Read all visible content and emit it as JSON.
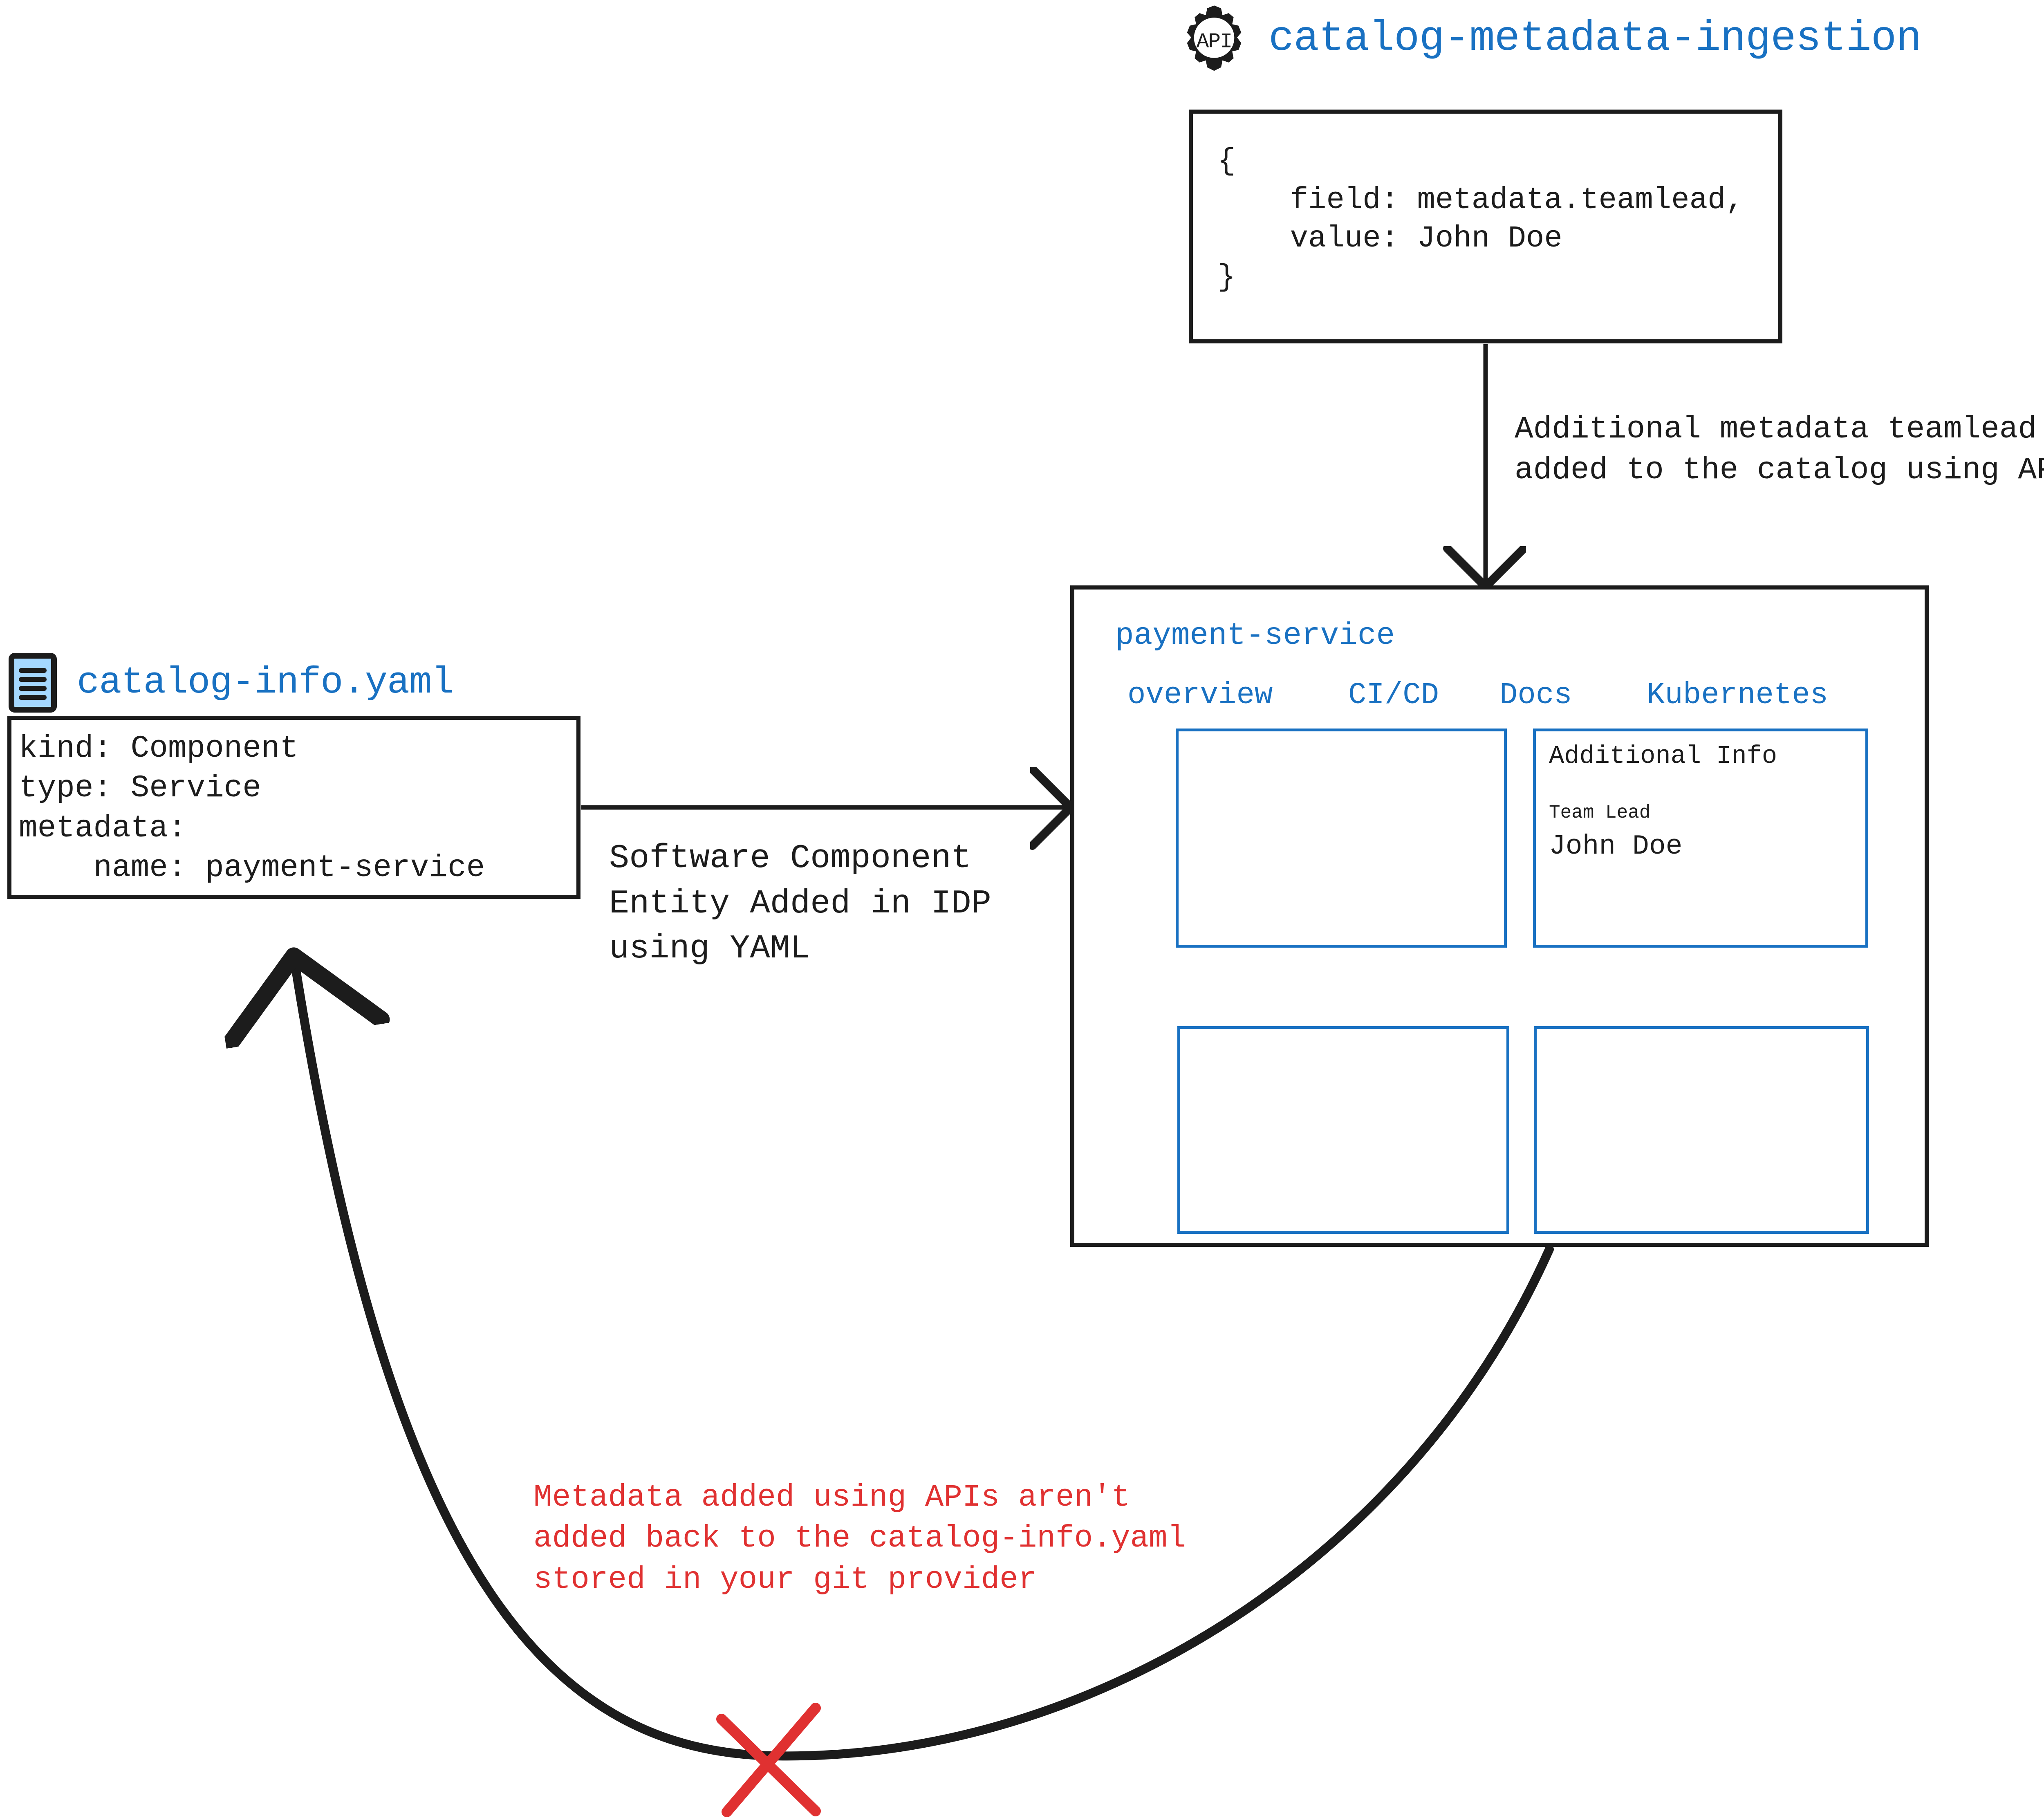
{
  "api_source": {
    "icon": "api-gear-icon",
    "icon_label": "API",
    "title": "catalog-metadata-ingestion",
    "code": "{\n    field: metadata.teamlead,\n    value: John Doe\n}"
  },
  "edges": {
    "api_to_service_label": "Additional metadata teamlead\nadded to the catalog using APIs",
    "yaml_to_service_label": "Software Component\nEntity Added in IDP\nusing YAML",
    "service_to_yaml_warning": "Metadata added using APIs aren't\nadded back to the catalog-info.yaml\nstored in your git provider"
  },
  "yaml_source": {
    "icon": "yaml-file-icon",
    "title": "catalog-info.yaml",
    "code": "kind: Component\ntype: Service\nmetadata:\n    name: payment-service"
  },
  "service_panel": {
    "title": "payment-service",
    "tabs": [
      {
        "label": "overview"
      },
      {
        "label": "CI/CD"
      },
      {
        "label": "Docs"
      },
      {
        "label": "Kubernetes"
      }
    ],
    "cards": {
      "top_left": {
        "title": ""
      },
      "top_right": {
        "title": "Additional Info",
        "field_label": "Team Lead",
        "field_value": "John Doe"
      },
      "bottom_left": {
        "title": ""
      },
      "bottom_right": {
        "title": ""
      }
    }
  },
  "colors": {
    "accent_blue": "#1971c2",
    "icon_fill_blue": "#a5d8ff",
    "warning_red": "#e03131",
    "stroke_dark": "#1c1c1c"
  }
}
